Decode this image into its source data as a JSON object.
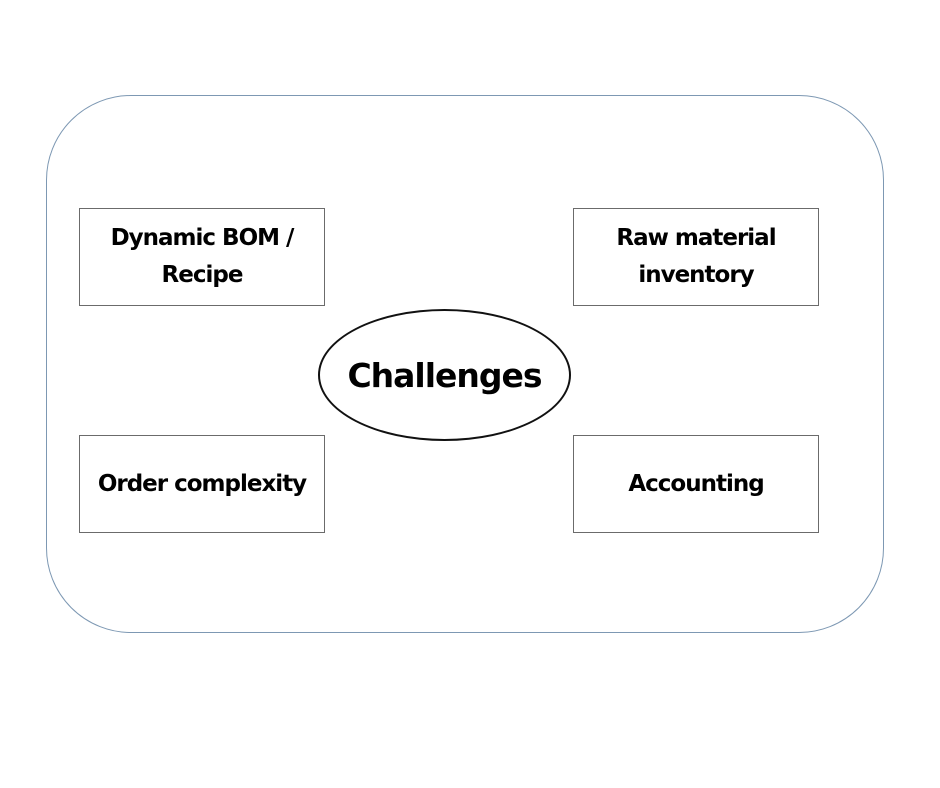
{
  "diagram": {
    "center_label": "Challenges",
    "boxes": {
      "top_left": "Dynamic BOM / Recipe",
      "top_right": "Raw material inventory",
      "bottom_left": "Order complexity",
      "bottom_right": "Accounting"
    }
  },
  "colors": {
    "frame_border": "#7d98b3",
    "box_border": "#6b6b6b",
    "ellipse_border": "#111111",
    "text": "#000000"
  }
}
